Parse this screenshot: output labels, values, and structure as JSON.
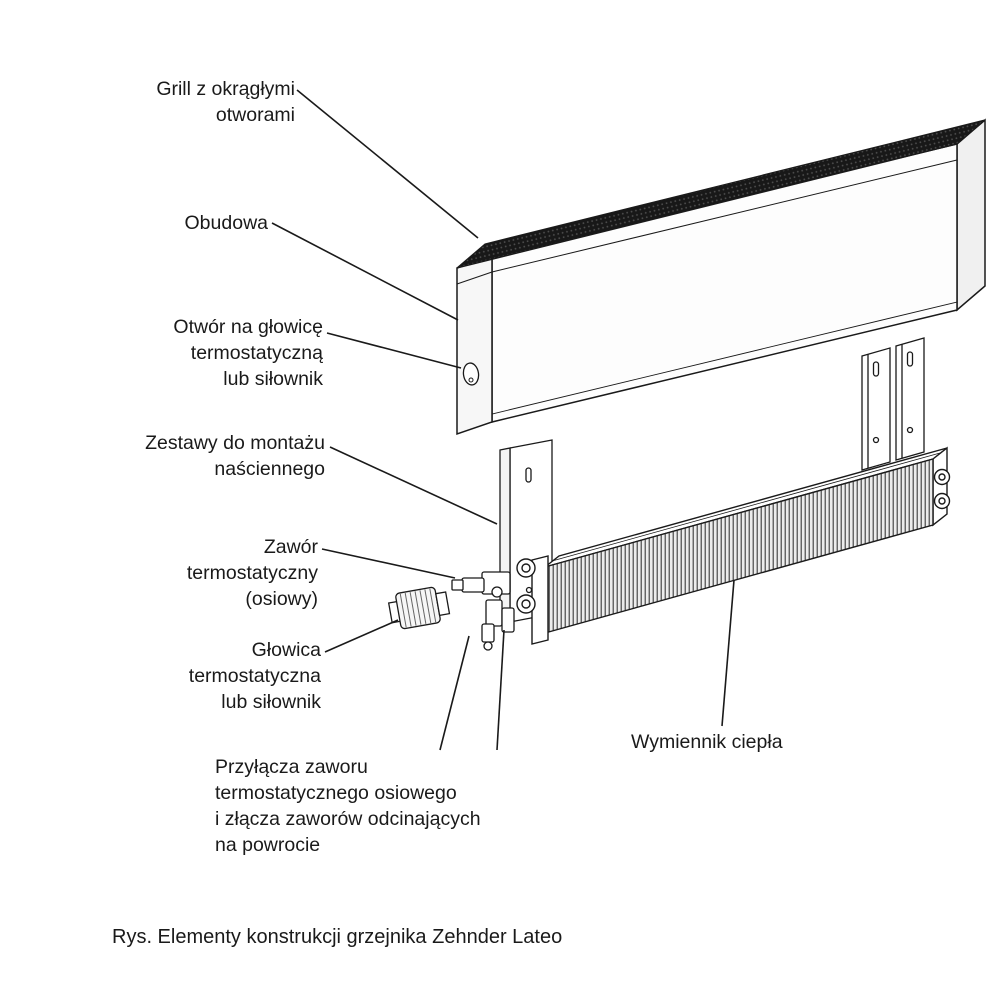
{
  "diagram": {
    "caption": "Rys. Elementy konstrukcji grzejnika Zehnder Lateo",
    "labels": {
      "grill": "Grill z okrągłymi\notworami",
      "obudowa": "Obudowa",
      "otwor": "Otwór na głowicę\ntermostatyczną\nlub siłownik",
      "zestawy": "Zestawy do montażu\nnaściennego",
      "zawor": "Zawór\ntermostatyczny\n(osiowy)",
      "glowica": "Głowica\ntermostatyczna\nlub siłownik",
      "przylacza": "Przyłącza zaworu\ntermostatycznego osiowego\ni złącza zaworów odcinających\nna powrocie",
      "wymiennik": "Wymiennik ciepła"
    },
    "colors": {
      "line": "#1a1a1a",
      "grill_fill": "#181818",
      "background": "#ffffff"
    }
  }
}
